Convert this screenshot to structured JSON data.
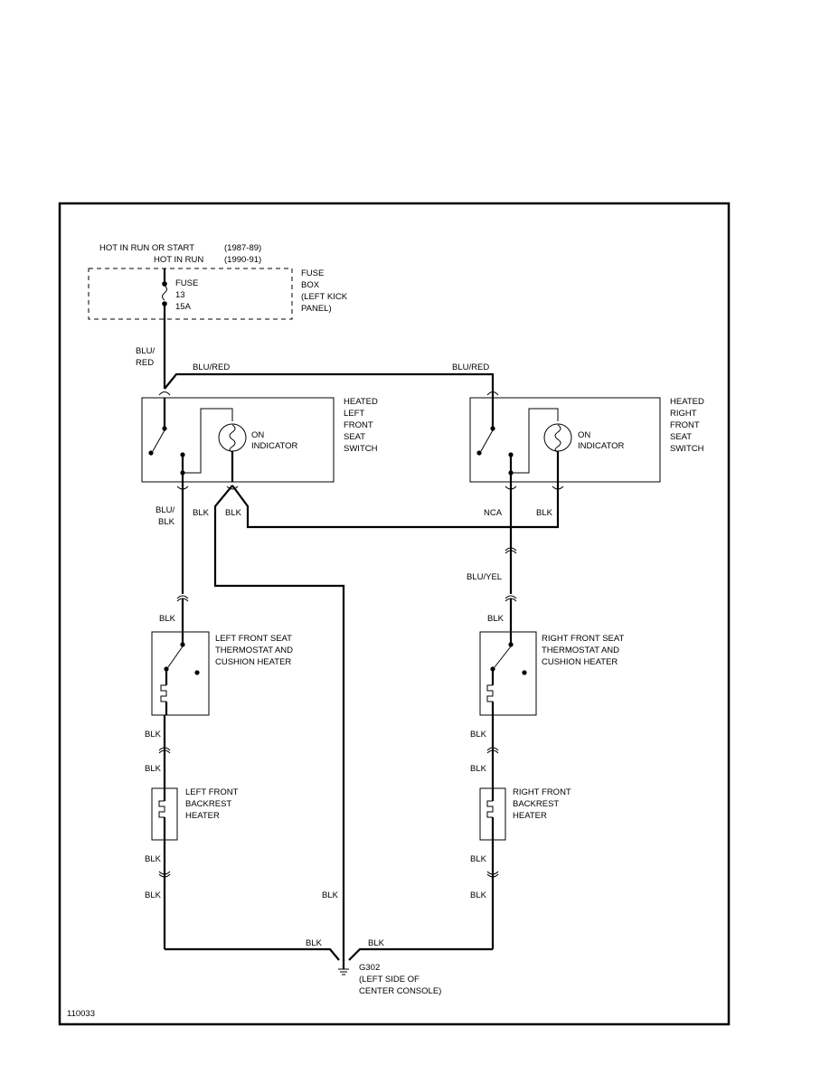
{
  "header": {
    "hot_run_start": "HOT IN RUN OR START",
    "years_a": "(1987-89)",
    "hot_run": "HOT IN RUN",
    "years_b": "(1990-91)"
  },
  "fuse": {
    "l1": "FUSE",
    "l2": "13",
    "l3": "15A",
    "box_l1": "FUSE",
    "box_l2": "BOX",
    "box_l3": "(LEFT KICK",
    "box_l4": "PANEL)"
  },
  "wires": {
    "blu_slash": "BLU/",
    "red": "RED",
    "blu_red": "BLU/RED",
    "blu_red_right": "BLU/RED",
    "blk": "BLK",
    "nca": "NCA",
    "blu_yel": "BLU/YEL"
  },
  "left_switch": {
    "l1": "HEATED",
    "l2": "LEFT",
    "l3": "FRONT",
    "l4": "SEAT",
    "l5": "SWITCH",
    "ind1": "ON",
    "ind2": "INDICATOR"
  },
  "right_switch": {
    "l1": "HEATED",
    "l2": "RIGHT",
    "l3": "FRONT",
    "l4": "SEAT",
    "l5": "SWITCH",
    "ind1": "ON",
    "ind2": "INDICATOR"
  },
  "left_thermo": {
    "l1": "LEFT FRONT SEAT",
    "l2": "THERMOSTAT AND",
    "l3": "CUSHION HEATER"
  },
  "right_thermo": {
    "l1": "RIGHT FRONT SEAT",
    "l2": "THERMOSTAT AND",
    "l3": "CUSHION HEATER"
  },
  "left_back": {
    "l1": "LEFT FRONT",
    "l2": "BACKREST",
    "l3": "HEATER"
  },
  "right_back": {
    "l1": "RIGHT FRONT",
    "l2": "BACKREST",
    "l3": "HEATER"
  },
  "ground": {
    "l1": "G302",
    "l2": "(LEFT SIDE OF",
    "l3": "CENTER CONSOLE)",
    "icon": "ground-symbol"
  },
  "figure_id": "110033"
}
